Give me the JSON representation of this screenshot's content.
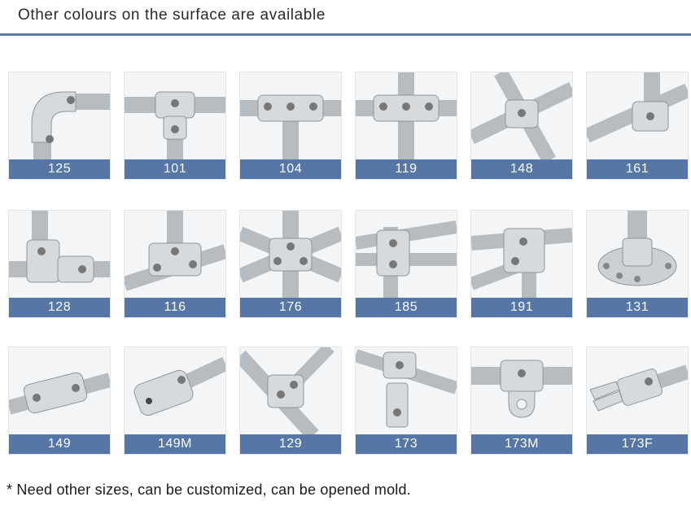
{
  "header": {
    "title": "Other colours on the surface are available"
  },
  "colors": {
    "accent": "#5677a6",
    "rule": "#5b7aa6",
    "tile_bg": "#f4f5f6"
  },
  "fittings": [
    {
      "code": "125",
      "icon": "elbow-fitting-icon"
    },
    {
      "code": "101",
      "icon": "tee-fitting-icon"
    },
    {
      "code": "104",
      "icon": "cross-fitting-icon"
    },
    {
      "code": "119",
      "icon": "cross-fitting-icon"
    },
    {
      "code": "148",
      "icon": "angled-cross-fitting-icon"
    },
    {
      "code": "161",
      "icon": "corner-fitting-icon"
    },
    {
      "code": "128",
      "icon": "three-way-fitting-icon"
    },
    {
      "code": "116",
      "icon": "four-way-fitting-icon"
    },
    {
      "code": "176",
      "icon": "cross-fitting-icon"
    },
    {
      "code": "185",
      "icon": "angled-cross-fitting-icon"
    },
    {
      "code": "191",
      "icon": "three-way-fitting-icon"
    },
    {
      "code": "131",
      "icon": "flange-base-icon"
    },
    {
      "code": "149",
      "icon": "straight-coupler-icon"
    },
    {
      "code": "149M",
      "icon": "end-plug-icon"
    },
    {
      "code": "129",
      "icon": "angled-tee-icon"
    },
    {
      "code": "173",
      "icon": "swivel-joint-icon"
    },
    {
      "code": "173M",
      "icon": "eye-lug-icon"
    },
    {
      "code": "173F",
      "icon": "fork-clevis-icon"
    }
  ],
  "footer": {
    "note": "* Need other sizes, can be customized, can be opened mold."
  }
}
